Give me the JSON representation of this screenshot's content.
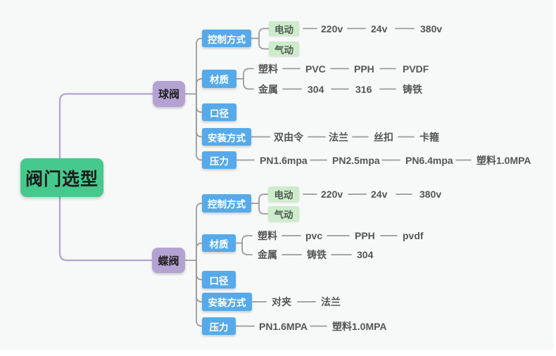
{
  "map": {
    "root": {
      "label": "阀门选型"
    },
    "branches": [
      {
        "label": "球阀",
        "topics": [
          {
            "label": "控制方式",
            "modes": [
              {
                "label": "电动",
                "items": [
                  "220v",
                  "24v",
                  "380v"
                ]
              },
              {
                "label": "气动",
                "items": []
              }
            ]
          },
          {
            "label": "材质",
            "groups": [
              {
                "label": "塑料",
                "items": [
                  "PVC",
                  "PPH",
                  "PVDF"
                ]
              },
              {
                "label": "金属",
                "items": [
                  "304",
                  "316",
                  "铸铁"
                ]
              }
            ]
          },
          {
            "label": "口径",
            "items": []
          },
          {
            "label": "安装方式",
            "items": [
              "双由令",
              "法兰",
              "丝扣",
              "卡箍"
            ]
          },
          {
            "label": "压力",
            "items": [
              "PN1.6mpa",
              "PN2.5mpa",
              "PN6.4mpa",
              "塑料1.0MPA"
            ]
          }
        ]
      },
      {
        "label": "蝶阀",
        "topics": [
          {
            "label": "控制方式",
            "modes": [
              {
                "label": "电动",
                "items": [
                  "220v",
                  "24v",
                  "380v"
                ]
              },
              {
                "label": "气动",
                "items": []
              }
            ]
          },
          {
            "label": "材质",
            "groups": [
              {
                "label": "塑料",
                "items": [
                  "pvc",
                  "PPH",
                  "pvdf"
                ]
              },
              {
                "label": "金属",
                "items": [
                  "铸铁",
                  "304"
                ]
              }
            ]
          },
          {
            "label": "口径",
            "items": []
          },
          {
            "label": "安装方式",
            "items": [
              "对夹",
              "法兰"
            ]
          },
          {
            "label": "压力",
            "items": [
              "PN1.6MPA",
              "塑料1.0MPA"
            ]
          }
        ]
      }
    ]
  },
  "colors": {
    "canvas_bg": "#f7f8f8",
    "root_bg": "#46c98c",
    "branch_bg": "#b4a2d3",
    "topic_bg": "#56aae9",
    "mode_bg": "#cdeccb",
    "text_gray": "#555555",
    "connector": "#9b9b9b",
    "branch_connector": "#b4a2d3"
  }
}
